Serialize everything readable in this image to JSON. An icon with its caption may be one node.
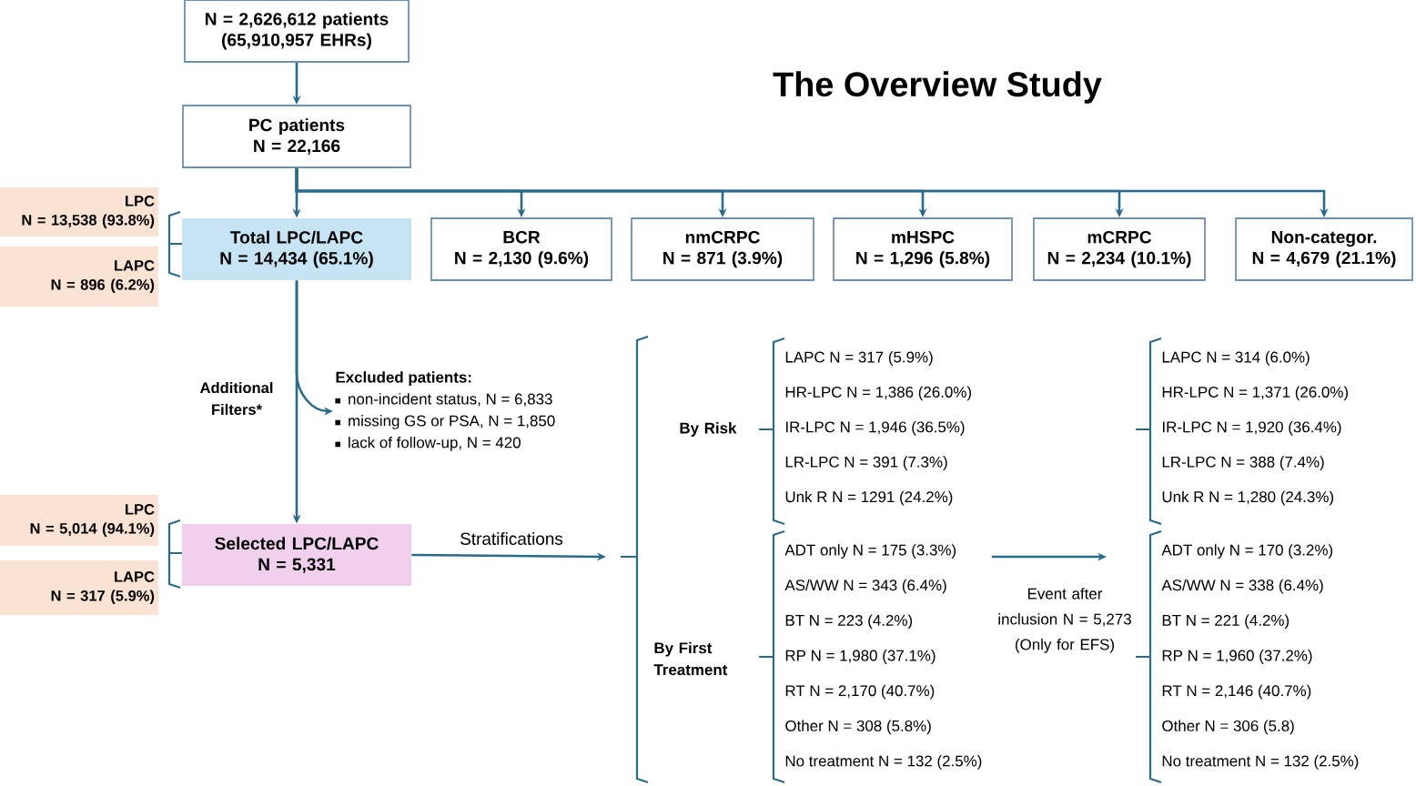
{
  "diagram": {
    "title": "The Overview Study",
    "nodes": [
      {
        "text": [
          "N = 2,626,612 patients (65,910,957 EHRs)"
        ]
      },
      {
        "text": [
          "PC patients",
          "N = 22,166"
        ]
      },
      {
        "text": [
          "Total LPC/LAPC",
          "N = 14,434 (65.1%)"
        ]
      },
      {
        "text": [
          "BCR",
          "N = 2,130 (9.6%)"
        ]
      },
      {
        "text": [
          "nmCRPC",
          "N = 871 (3.9%)"
        ]
      },
      {
        "text": [
          "mHSPC",
          "N = 1,296 (5.8%)"
        ]
      },
      {
        "text": [
          "mCRPC",
          "N = 2,234 (10.1%)"
        ]
      },
      {
        "text": [
          "Non-categor.",
          "N = 4,679 (21.1%)"
        ]
      },
      {
        "text": [
          "LPC",
          "N = 13,538 (93.8%)"
        ]
      },
      {
        "text": [
          "LAPC",
          "N = 896 (6.2%)"
        ]
      },
      {
        "text": [
          "Excluded patients:",
          "non-incident status, N = 6,833",
          "missing GS or PSA, N = 1,850",
          "lack of follow-up, N = 420"
        ]
      },
      {
        "text": [
          "Selected LPC/LAPC",
          "N = 5,331"
        ]
      },
      {
        "text": [
          "LPC",
          "N = 5,014 (94.1%)"
        ]
      },
      {
        "text": [
          "LAPC",
          "N = 317 (5.9%)"
        ]
      },
      {
        "text": [
          "ADT only N = 175 (3.3%)",
          "AS/WW N = 343 (6.4%)",
          "BT N = 223 (4.2%)",
          "RP N = 1,980 (37.1%)",
          "RT N = 2,170 (40.7%)",
          "Other N = 308 (5.8%)",
          "No treatment N = 132 (2.5%)"
        ]
      },
      {
        "text": [
          "ADT only N = 170 (3.2%)",
          "AS/WW N = 338 (6.4%)",
          "BT N = 221 (4.2%)",
          "RP N = 1,960 (37.2%)",
          "RT N = 2,146 (40.7%)",
          "Other N = 306 (5.8)",
          "No treatment N = 132 (2.5%)"
        ]
      },
      {
        "text": [],
        "shape": "bracket"
      }
    ],
    "edges": [
      {
        "from": 0,
        "to": 1,
        "arrow": "to"
      },
      {
        "from": 1,
        "to": 2,
        "arrow": "to"
      },
      {
        "from": 1,
        "to": 3,
        "arrow": "to"
      },
      {
        "from": 1,
        "to": 4,
        "arrow": "to"
      },
      {
        "from": 1,
        "to": 5,
        "arrow": "to"
      },
      {
        "from": 1,
        "to": 6,
        "arrow": "to"
      },
      {
        "from": 1,
        "to": 7,
        "arrow": "to"
      },
      {
        "from": 2,
        "to": 11,
        "arrow": "to",
        "label": "Additional Filters*"
      },
      {
        "from": 2,
        "to": 10,
        "arrow": "to"
      },
      {
        "from": 11,
        "to": 16,
        "arrow": "to",
        "label": "Stratifications"
      },
      {
        "from": 14,
        "to": 15,
        "arrow": "to",
        "label": "Event after inclusion N = 5,273 (Only for EFS)"
      }
    ],
    "labels": [
      "By Risk",
      "LAPC N = 317 (5.9%)",
      "HR-LPC N = 1,386 (26.0%)",
      "IR-LPC N = 1,946 (36.5%)",
      "LR-LPC N = 391 (7.3%)",
      "Unk R N = 1291 (24.2%)",
      "LAPC N = 314 (6.0%)",
      "HR-LPC N = 1,371 (26.0%)",
      "IR-LPC N = 1,920 (36.4%)",
      "LR-LPC N = 388 (7.4%)",
      "Unk R N = 1,280 (24.3%)",
      "By First Treatment"
    ]
  }
}
